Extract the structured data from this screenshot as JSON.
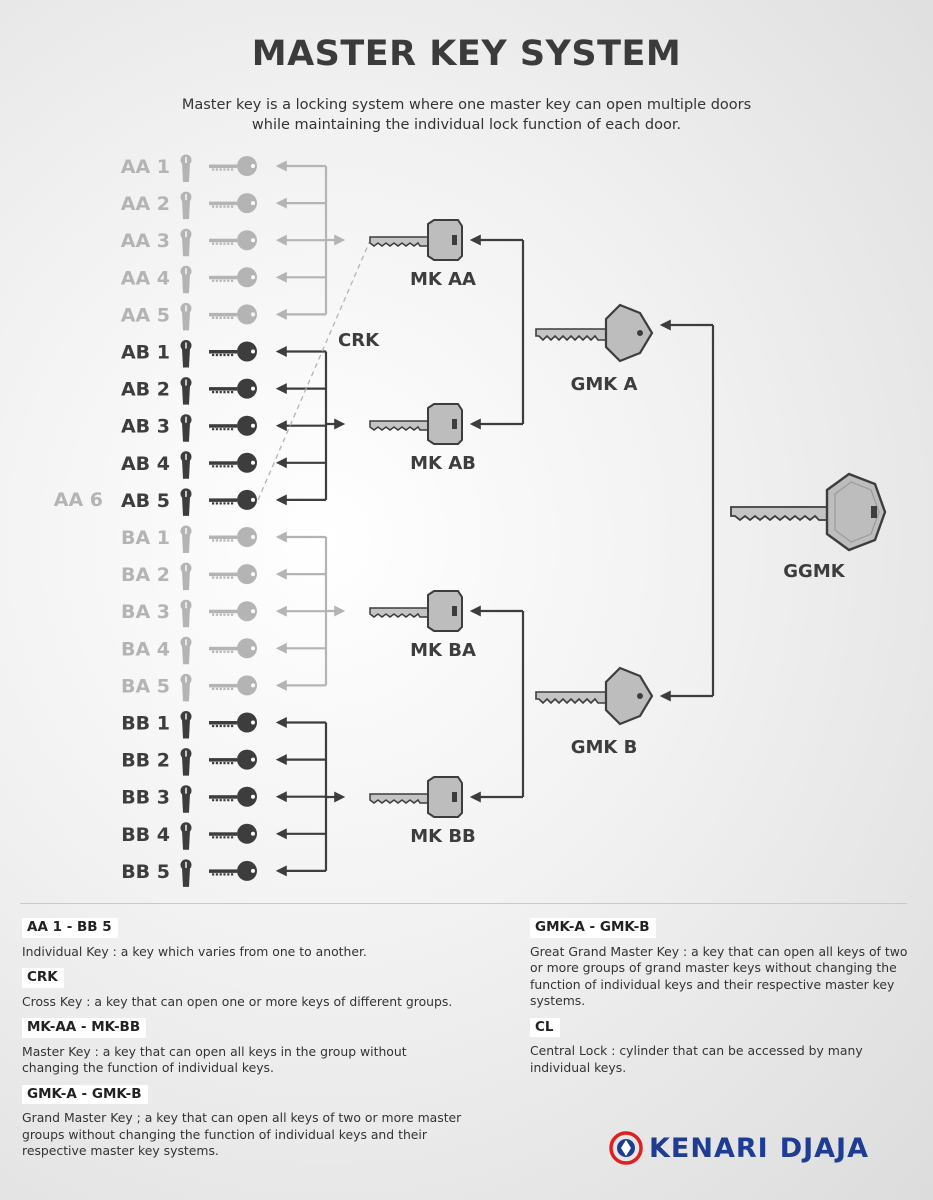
{
  "header": {
    "title": "MASTER KEY SYSTEM",
    "subtitle_line1": "Master key is a locking system where one master key can open multiple doors",
    "subtitle_line2": "while maintaining the individual lock function of each door."
  },
  "diagram": {
    "groups": [
      {
        "keys": [
          "AA 1",
          "AA 2",
          "AA 3",
          "AA 4",
          "AA 5"
        ],
        "shade": "light",
        "master": "MK AA"
      },
      {
        "keys": [
          "AB 1",
          "AB 2",
          "AB 3",
          "AB 4",
          "AB 5"
        ],
        "shade": "dark",
        "master": "MK AB"
      },
      {
        "keys": [
          "BA 1",
          "BA 2",
          "BA 3",
          "BA 4",
          "BA 5"
        ],
        "shade": "light",
        "master": "MK BA"
      },
      {
        "keys": [
          "BB 1",
          "BB 2",
          "BB 3",
          "BB 4",
          "BB 5"
        ],
        "shade": "dark",
        "master": "MK BB"
      }
    ],
    "cross_key_label": "CRK",
    "cross_key_alias": "AA 6",
    "grand_masters": [
      "GMK A",
      "GMK B"
    ],
    "great_grand_master": "GGMK"
  },
  "legend": {
    "left": [
      {
        "tag": "AA 1 - BB 5",
        "desc": "Individual Key : a key which varies from one to another."
      },
      {
        "tag": "CRK",
        "desc": "Cross Key : a key that can open one or more keys of different groups."
      },
      {
        "tag": "MK-AA - MK-BB",
        "desc": "Master Key : a key that can open all keys in the group without changing the function of individual keys."
      },
      {
        "tag": "GMK-A - GMK-B",
        "desc": "Grand Master Key ; a key that can open all keys of two or more master groups without changing the function of individual keys and their respective master key systems."
      }
    ],
    "right": [
      {
        "tag": "GMK-A - GMK-B",
        "desc": "Great Grand Master Key : a key that can open all keys of two or more groups of grand master keys without changing the function of individual keys and their respective master key systems."
      },
      {
        "tag": "CL",
        "desc": "Central Lock : cylinder that can be accessed by many individual keys."
      }
    ]
  },
  "brand": {
    "name_a": "KENARI",
    "name_b": "DJAJA",
    "color_primary": "#1f3c93",
    "color_accent": "#e02020"
  },
  "colors": {
    "dark": "#3d3d3d",
    "light": "#b4b4b4",
    "key_fill": "#bdbdbd"
  }
}
